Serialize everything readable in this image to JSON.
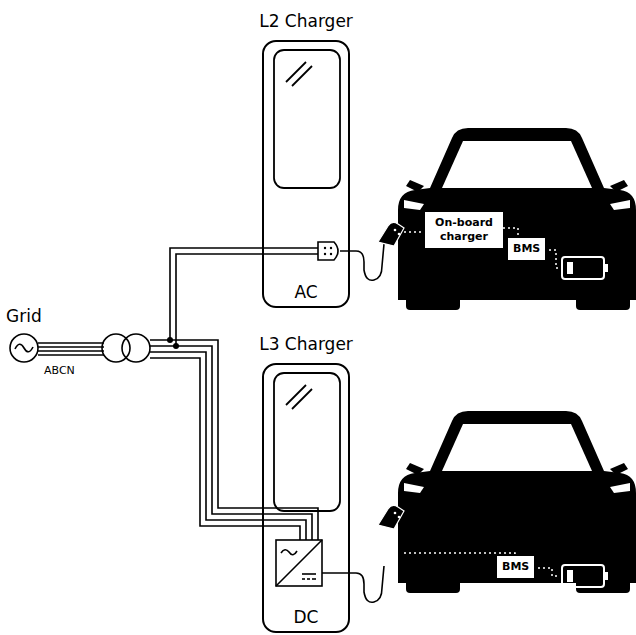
{
  "diagram": {
    "nodes": [
      {
        "text": [
          "L2 Charger",
          "AC"
        ]
      },
      {
        "text": [
          "On-board charger"
        ]
      },
      {
        "text": [
          "BMS"
        ]
      },
      {
        "text": [
          "L3 Charger",
          "DC"
        ]
      },
      {
        "text": [
          "BMS"
        ]
      }
    ],
    "edges": [
      {
        "from": 1,
        "to": 2,
        "arrow": "none"
      }
    ],
    "labels": [
      "Grid",
      "ABCN"
    ]
  }
}
